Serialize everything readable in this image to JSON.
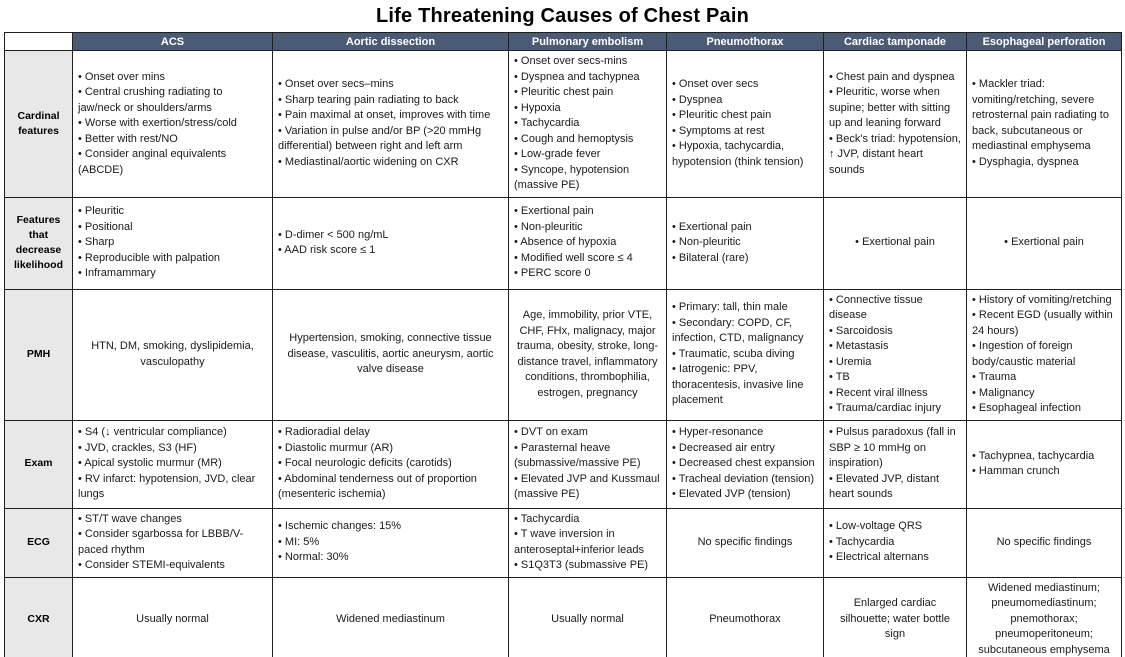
{
  "title": "Life Threatening Causes of Chest Pain",
  "bullet_char": "•",
  "colors": {
    "header_bg": "#4c5b75",
    "header_text": "#ffffff",
    "label_bg": "#e8e8e8",
    "border": "#1f1f1f"
  },
  "table": {
    "corner_label": "",
    "columns": [
      "ACS",
      "Aortic dissection",
      "Pulmonary embolism",
      "Pneumothorax",
      "Cardiac tamponade",
      "Esophageal perforation"
    ],
    "rows": [
      {
        "label": "Cardinal features",
        "cells": [
          {
            "type": "bullets",
            "items": [
              "Onset over mins",
              "Central crushing radiating to jaw/neck or shoulders/arms",
              "Worse with exertion/stress/cold",
              "Better with rest/NO",
              "Consider anginal equivalents (ABCDE)"
            ]
          },
          {
            "type": "bullets",
            "items": [
              "Onset over secs–mins",
              "Sharp tearing pain radiating to back",
              "Pain maximal at onset, improves with time",
              "Variation in pulse and/or BP (>20 mmHg differential) between right and left arm",
              "Mediastinal/aortic widening on CXR"
            ]
          },
          {
            "type": "bullets",
            "items": [
              "Onset over secs-mins",
              "Dyspnea and tachypnea",
              "Pleuritic chest pain",
              "Hypoxia",
              "Tachycardia",
              "Cough and hemoptysis",
              "Low-grade fever",
              "Syncope, hypotension (massive PE)"
            ]
          },
          {
            "type": "bullets",
            "items": [
              "Onset over secs",
              "Dyspnea",
              "Pleuritic chest pain",
              "Symptoms at rest",
              "Hypoxia, tachycardia, hypotension (think tension)"
            ]
          },
          {
            "type": "bullets",
            "items": [
              "Chest pain and dyspnea",
              "Pleuritic, worse when supine; better with sitting up and leaning forward",
              "Beck's triad: hypotension, ↑ JVP, distant heart sounds"
            ]
          },
          {
            "type": "bullets",
            "items": [
              "Mackler triad: vomiting/retching, severe retrosternal pain radiating to back, subcutaneous or mediastinal emphysema",
              "Dysphagia, dyspnea"
            ]
          }
        ]
      },
      {
        "label": "Features that decrease likelihood",
        "cells": [
          {
            "type": "bullets",
            "items": [
              "Pleuritic",
              "Positional",
              "Sharp",
              "Reproducible with palpation",
              "Inframammary"
            ]
          },
          {
            "type": "bullets",
            "items": [
              "D-dimer < 500 ng/mL",
              "AAD risk score ≤ 1"
            ]
          },
          {
            "type": "bullets",
            "items": [
              "Exertional pain",
              "Non-pleuritic",
              "Absence of hypoxia",
              "Modified well score ≤ 4",
              "PERC score 0"
            ]
          },
          {
            "type": "bullets",
            "items": [
              "Exertional pain",
              "Non-pleuritic",
              "Bilateral (rare)"
            ]
          },
          {
            "type": "bullets-center",
            "items": [
              "Exertional pain"
            ]
          },
          {
            "type": "bullets-center",
            "items": [
              "Exertional pain"
            ]
          }
        ]
      },
      {
        "label": "PMH",
        "cells": [
          {
            "type": "center",
            "text": "HTN, DM, smoking, dyslipidemia, vasculopathy"
          },
          {
            "type": "center",
            "text": "Hypertension, smoking, connective tissue disease, vasculitis, aortic aneurysm, aortic valve disease"
          },
          {
            "type": "center",
            "text": "Age, immobility, prior VTE, CHF, FHx, malignacy, major trauma, obesity, stroke, long-distance travel, inflammatory conditions, thrombophilia, estrogen, pregnancy"
          },
          {
            "type": "bullets",
            "items": [
              "Primary: tall, thin male",
              "Secondary: COPD, CF, infection, CTD, malignancy",
              "Traumatic, scuba diving",
              "Iatrogenic: PPV, thoracentesis, invasive line placement"
            ]
          },
          {
            "type": "bullets",
            "items": [
              "Connective tissue disease",
              "Sarcoidosis",
              "Metastasis",
              "Uremia",
              "TB",
              "Recent viral illness",
              "Trauma/cardiac injury"
            ]
          },
          {
            "type": "bullets",
            "items": [
              "History of vomiting/retching",
              "Recent EGD (usually within 24 hours)",
              "Ingestion of foreign body/caustic material",
              "Trauma",
              "Malignancy",
              "Esophageal infection"
            ]
          }
        ]
      },
      {
        "label": "Exam",
        "cells": [
          {
            "type": "bullets",
            "items": [
              "S4 (↓ ventricular compliance)",
              "JVD, crackles, S3 (HF)",
              "Apical systolic murmur (MR)",
              "RV infarct: hypotension, JVD, clear lungs"
            ]
          },
          {
            "type": "bullets",
            "items": [
              "Radioradial delay",
              "Diastolic murmur (AR)",
              "Focal neurologic deficits (carotids)",
              "Abdominal tenderness out of proportion (mesenteric ischemia)"
            ]
          },
          {
            "type": "bullets",
            "items": [
              "DVT on exam",
              "Parasternal heave (submassive/massive PE)",
              "Elevated JVP and Kussmaul (massive PE)"
            ]
          },
          {
            "type": "bullets",
            "items": [
              "Hyper-resonance",
              "Decreased air entry",
              "Decreased chest expansion",
              "Tracheal deviation (tension)",
              "Elevated JVP (tension)"
            ]
          },
          {
            "type": "bullets",
            "items": [
              "Pulsus paradoxus (fall in SBP ≥ 10 mmHg on inspiration)",
              "Elevated JVP, distant heart sounds"
            ]
          },
          {
            "type": "bullets",
            "items": [
              "Tachypnea, tachycardia",
              "Hamman crunch"
            ]
          }
        ]
      },
      {
        "label": "ECG",
        "cells": [
          {
            "type": "bullets",
            "items": [
              "ST/T wave changes",
              "Consider sgarbossa for LBBB/V-paced rhythm",
              "Consider STEMI-equivalents"
            ]
          },
          {
            "type": "bullets",
            "items": [
              "Ischemic changes: 15%",
              "MI: 5%",
              "Normal: 30%"
            ]
          },
          {
            "type": "bullets",
            "items": [
              "Tachycardia",
              "T wave inversion in anteroseptal+inferior leads",
              "S1Q3T3 (submassive PE)"
            ]
          },
          {
            "type": "center",
            "text": "No specific findings"
          },
          {
            "type": "bullets",
            "items": [
              "Low-voltage QRS",
              "Tachycardia",
              "Electrical alternans"
            ]
          },
          {
            "type": "center",
            "text": "No specific findings"
          }
        ]
      },
      {
        "label": "CXR",
        "cells": [
          {
            "type": "center",
            "text": "Usually normal"
          },
          {
            "type": "center",
            "text": "Widened mediastinum"
          },
          {
            "type": "center",
            "text": "Usually normal"
          },
          {
            "type": "center",
            "text": "Pneumothorax"
          },
          {
            "type": "center",
            "text": "Enlarged cardiac silhouette; water bottle sign"
          },
          {
            "type": "center",
            "text": "Widened mediastinum; pneumomediastinum; pnemothorax; pneumoperitoneum; subcutaneous emphysema"
          }
        ]
      }
    ]
  }
}
